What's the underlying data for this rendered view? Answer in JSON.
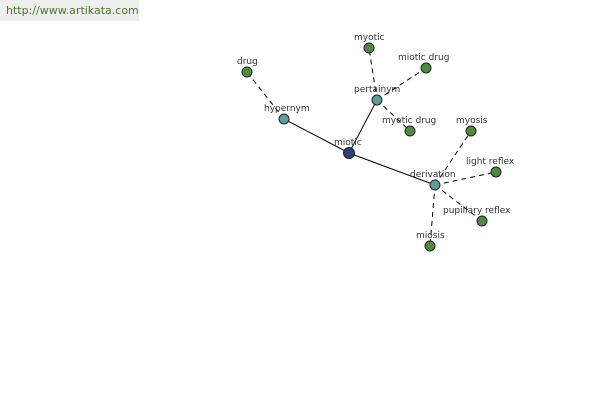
{
  "header": {
    "url": "http://www.artikata.com"
  },
  "colors": {
    "center": "#2e3f7a",
    "relation": "#5f9e9a",
    "leaf": "#4f8a3e"
  },
  "graph": {
    "nodes": [
      {
        "id": "miotic",
        "label": "miotic",
        "kind": "center"
      },
      {
        "id": "hypernym",
        "label": "hypernym",
        "kind": "relation"
      },
      {
        "id": "pertainym",
        "label": "pertainym",
        "kind": "relation"
      },
      {
        "id": "derivation",
        "label": "derivation",
        "kind": "relation"
      },
      {
        "id": "drug",
        "label": "drug",
        "kind": "leaf"
      },
      {
        "id": "myotic",
        "label": "myotic",
        "kind": "leaf"
      },
      {
        "id": "miotic-drug-1",
        "label": "miotic drug",
        "kind": "leaf"
      },
      {
        "id": "myotic-drug",
        "label": "myotic drug",
        "kind": "leaf"
      },
      {
        "id": "myosis",
        "label": "myosis",
        "kind": "leaf"
      },
      {
        "id": "light-reflex",
        "label": "light reflex",
        "kind": "leaf"
      },
      {
        "id": "pupillary-reflex",
        "label": "pupillary reflex",
        "kind": "leaf"
      },
      {
        "id": "miosis",
        "label": "miosis",
        "kind": "leaf"
      }
    ],
    "edges": [
      {
        "from": "miotic",
        "to": "hypernym",
        "style": "solid"
      },
      {
        "from": "miotic",
        "to": "pertainym",
        "style": "solid"
      },
      {
        "from": "miotic",
        "to": "derivation",
        "style": "solid"
      },
      {
        "from": "hypernym",
        "to": "drug",
        "style": "dashed"
      },
      {
        "from": "pertainym",
        "to": "myotic",
        "style": "dashed"
      },
      {
        "from": "pertainym",
        "to": "miotic-drug-1",
        "style": "dashed"
      },
      {
        "from": "pertainym",
        "to": "myotic-drug",
        "style": "dashed"
      },
      {
        "from": "derivation",
        "to": "myosis",
        "style": "dashed"
      },
      {
        "from": "derivation",
        "to": "light-reflex",
        "style": "dashed"
      },
      {
        "from": "derivation",
        "to": "pupillary-reflex",
        "style": "dashed"
      },
      {
        "from": "derivation",
        "to": "miosis",
        "style": "dashed"
      }
    ]
  }
}
